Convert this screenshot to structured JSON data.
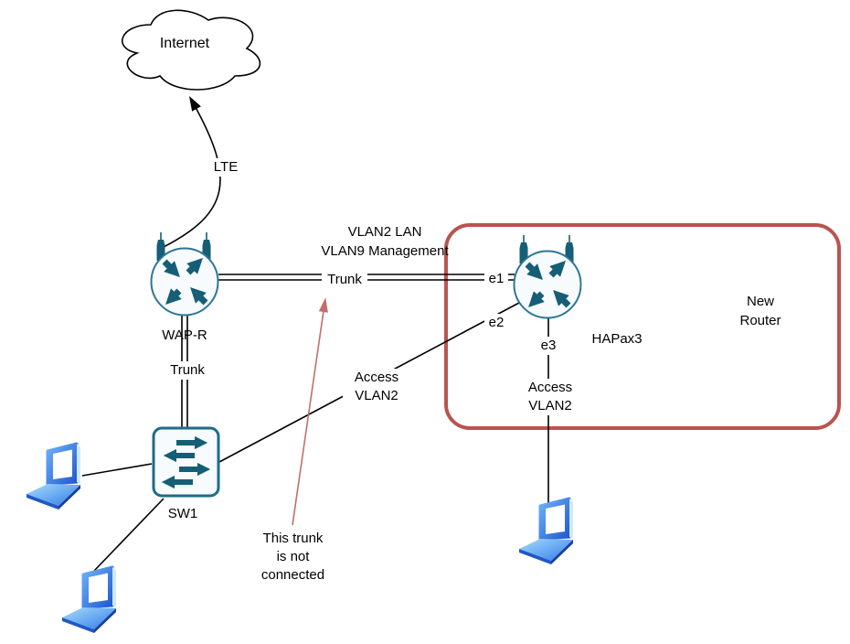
{
  "nodes": {
    "internet": {
      "label": "Internet"
    },
    "wap_r": {
      "label": "WAP-R"
    },
    "hapax3": {
      "label": "HAPax3"
    },
    "sw1": {
      "label": "SW1"
    },
    "new_router_box": {
      "label_line1": "New",
      "label_line2": "Router"
    }
  },
  "links": {
    "lte": {
      "label": "LTE"
    },
    "wan_trunk": {
      "label": "Trunk",
      "note_line1": "VLAN2 LAN",
      "note_line2": "VLAN9 Management",
      "port_e1": "e1"
    },
    "sw1_trunk": {
      "label": "Trunk"
    },
    "sw1_to_e2": {
      "port_e2": "e2",
      "label_line1": "Access",
      "label_line2": "VLAN2"
    },
    "e3_to_laptop": {
      "port_e3": "e3",
      "label_line1": "Access",
      "label_line2": "VLAN2"
    }
  },
  "annotation": {
    "line1": "This trunk",
    "line2": "is not",
    "line3": "connected"
  },
  "colors": {
    "highlight_box": "#b85450",
    "annotation_arrow": "#c0706a",
    "device_teal": "#155e75",
    "device_stroke": "#2d7795",
    "laptop_blue": "#2e7bea",
    "line_black": "#000000"
  }
}
